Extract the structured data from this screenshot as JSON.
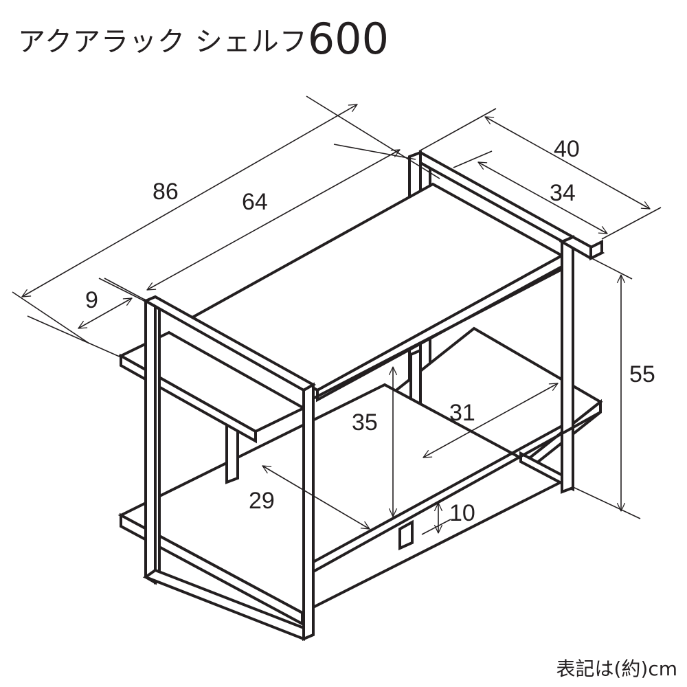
{
  "title": {
    "text_jp": "アクアラック シェルフ",
    "model_number": "600"
  },
  "unit_note": "表記は(約)cm",
  "product": "Aqua rack shelf 600 — three-tier open metal-frame shelf",
  "dimensions": {
    "overall_width": {
      "label": "86",
      "value": 86,
      "unit": "cm"
    },
    "inner_width": {
      "label": "64",
      "value": 64,
      "unit": "cm"
    },
    "shelf_overhang": {
      "label": "9",
      "value": 9,
      "unit": "cm"
    },
    "overall_depth": {
      "label": "40",
      "value": 40,
      "unit": "cm"
    },
    "top_shelf_depth": {
      "label": "34",
      "value": 34,
      "unit": "cm"
    },
    "overall_height": {
      "label": "55",
      "value": 55,
      "unit": "cm"
    },
    "inner_clearance_height": {
      "label": "35",
      "value": 35,
      "unit": "cm"
    },
    "lower_shelf_depth": {
      "label": "29",
      "value": 29,
      "unit": "cm"
    },
    "middle_shelf_depth": {
      "label": "31",
      "value": 31,
      "unit": "cm"
    },
    "floor_clearance": {
      "label": "10",
      "value": 10,
      "unit": "cm"
    }
  },
  "colors": {
    "line": "#231f20",
    "background": "#ffffff"
  }
}
